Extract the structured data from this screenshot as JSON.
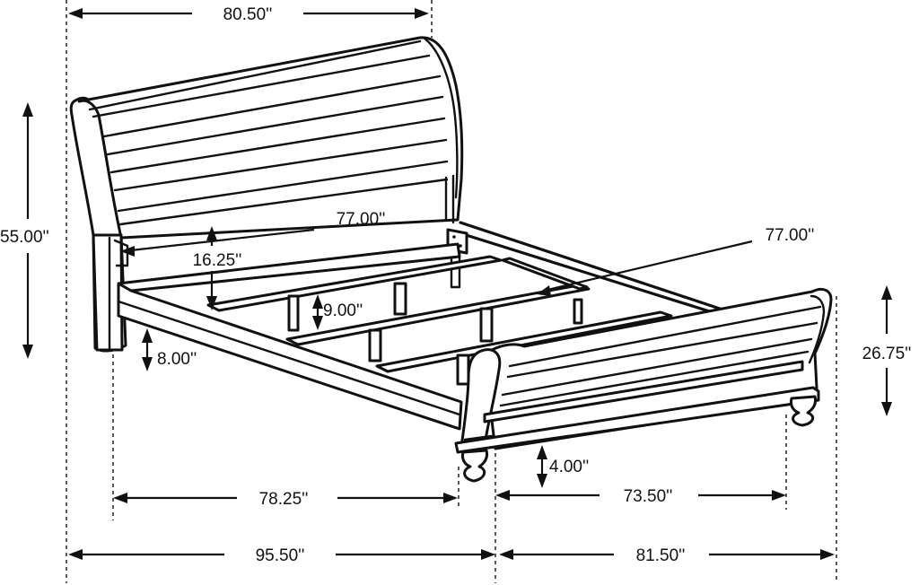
{
  "diagram": {
    "subject": "sleigh bed dimensions",
    "dimensions": {
      "headboard_width": "80.50''",
      "headboard_inner_width": "77.00''",
      "overall_height": "55.00''",
      "rail_clearance": "16.25''",
      "side_rail_length": "77.00''",
      "slat_height": "9.00''",
      "leg_clearance": "8.00''",
      "footboard_height": "26.75''",
      "foot_clearance": "4.00''",
      "inner_length": "78.25''",
      "inner_width": "73.50''",
      "overall_length": "95.50''",
      "overall_width": "81.50''"
    }
  }
}
